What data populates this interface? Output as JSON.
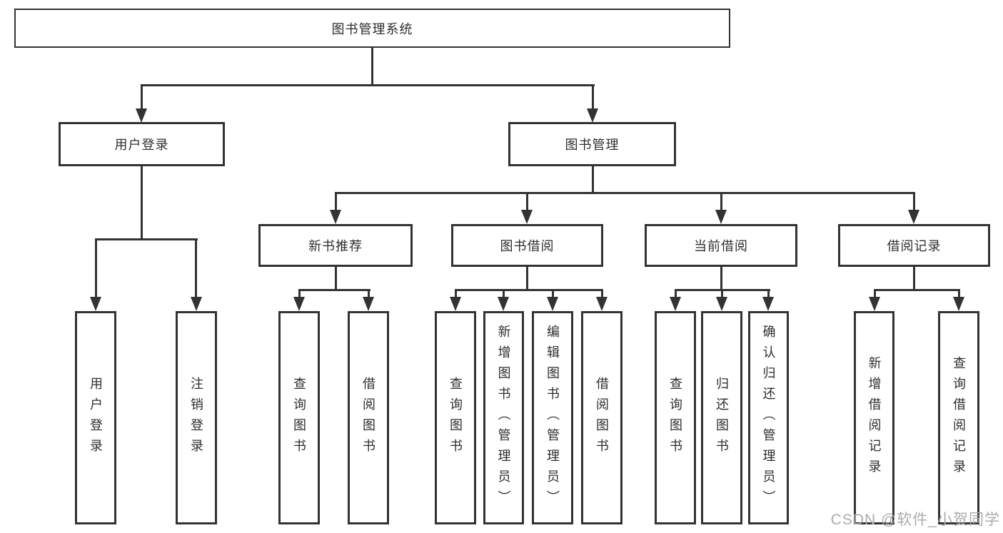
{
  "nodes": {
    "root": "图书管理系统",
    "user_login": "用户登录",
    "book_mgmt": "图书管理",
    "new_book_rec": "新书推荐",
    "book_borrow": "图书借阅",
    "current_borrow": "当前借阅",
    "borrow_record": "借阅记录",
    "ul_user_login": "用户登录",
    "ul_logout": "注销登录",
    "nr_query_book": "查询图书",
    "nr_borrow_book": "借阅图书",
    "bb_query_book": "查询图书",
    "bb_add_book": "新增图书（管理员）",
    "bb_edit_book": "编辑图书（管理员）",
    "bb_borrow_book": "借阅图书",
    "cb_query_book": "查询图书",
    "cb_return_book": "归还图书",
    "cb_confirm_return": "确认归还（管理员）",
    "br_add_record": "新增借阅记录",
    "br_query_record": "查询借阅记录"
  },
  "structure": {
    "图书管理系统": {
      "用户登录": [
        "用户登录",
        "注销登录"
      ],
      "图书管理": {
        "新书推荐": [
          "查询图书",
          "借阅图书"
        ],
        "图书借阅": [
          "查询图书",
          "新增图书（管理员）",
          "编辑图书（管理员）",
          "借阅图书"
        ],
        "当前借阅": [
          "查询图书",
          "归还图书",
          "确认归还（管理员）"
        ],
        "借阅记录": [
          "新增借阅记录",
          "查询借阅记录"
        ]
      }
    }
  },
  "watermark": "CSDN @软件_小贺同学",
  "colors": {
    "line": "#333333",
    "node_border": "#333333",
    "node_text": "#2e2e2e",
    "watermark_text": "#acacac",
    "background": "#ffffff"
  }
}
